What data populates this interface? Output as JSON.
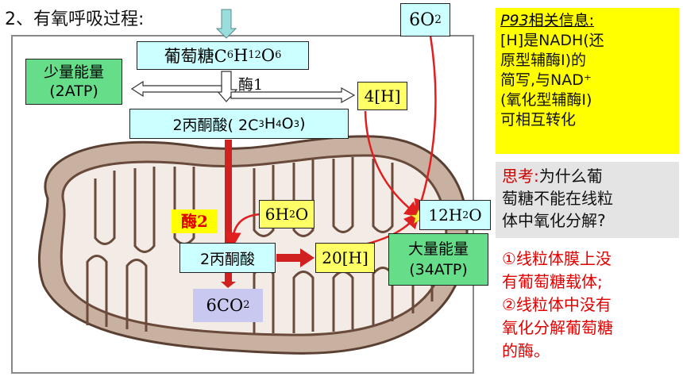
{
  "title": "2、有氧呼吸过程:",
  "glucose": {
    "label": "葡萄糖C",
    "c": "6",
    "h_sym": "H",
    "h": "12",
    "o_sym": "O",
    "o": "6"
  },
  "enzyme1": "酶1",
  "small_energy": {
    "line1": "少量能量",
    "line2": "(2ATP)"
  },
  "h4": "4[H]",
  "pyruvate1": {
    "prefix": "2丙酮酸( 2C",
    "c": "3",
    "h_sym": "H",
    "h": "4",
    "o_sym": "O",
    "o": "3",
    "suffix": " )"
  },
  "o2": {
    "prefix": "6O",
    "sub": "2"
  },
  "enzyme2": "酶2",
  "h2o_in": {
    "prefix": "6H",
    "sub": "2",
    "suffix": "O"
  },
  "h2o_out": {
    "prefix": "12H",
    "sub": "2",
    "suffix": "O"
  },
  "pyruvate2": "2丙酮酸",
  "h20": "20[H]",
  "large_energy": {
    "line1": "大量能量",
    "line2": "(34ATP)"
  },
  "co2": {
    "prefix": "6CO",
    "sub": "2"
  },
  "info": {
    "header": "P93",
    "header_rest": "相关信息:",
    "lines": [
      "[H]是NADH(还",
      "原型辅酶Ⅰ)的",
      "简写,与NAD⁺",
      "(氧化型辅酶Ⅰ)",
      "可相互转化"
    ]
  },
  "think": {
    "label": "思考:",
    "text1": "为什么葡",
    "text2": "萄糖不能在线粒",
    "text3": "体中氧化分解?"
  },
  "answer": [
    "①线粒体膜上没",
    "有葡萄糖载体;",
    "②线粒体中没有",
    "氧化分解葡萄糖",
    "的酶。"
  ]
}
